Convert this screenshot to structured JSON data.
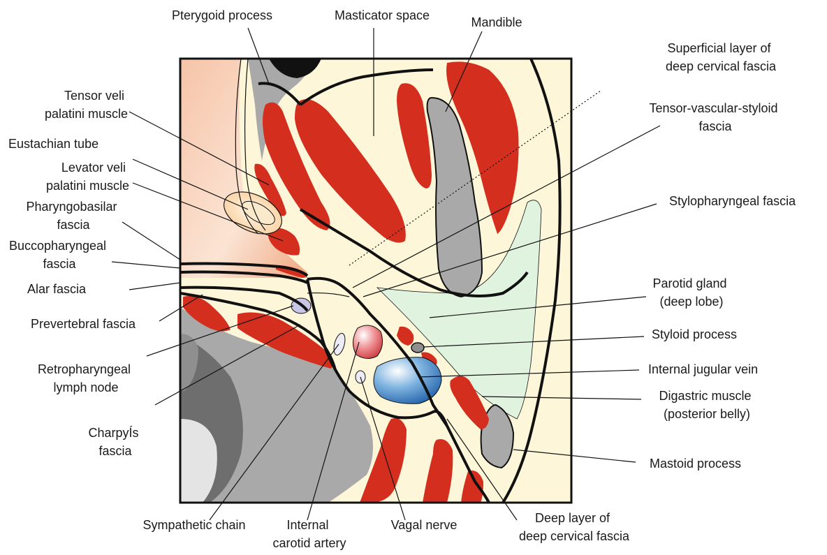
{
  "labels": {
    "pterygoid_process": "Pterygoid process",
    "masticator_space": "Masticator space",
    "mandible": "Mandible",
    "superficial_layer": [
      "Superficial layer of",
      "deep cervical fascia"
    ],
    "tensor_veli": [
      "Tensor veli",
      "palatini muscle"
    ],
    "tensor_vascular_styloid": [
      "Tensor-vascular-styloid",
      "fascia"
    ],
    "eustachian_tube": "Eustachian tube",
    "levator_veli": [
      "Levator veli",
      "palatini muscle"
    ],
    "stylopharyngeal_fascia": "Stylopharyngeal fascia",
    "pharyngobasilar": [
      "Pharyngobasilar",
      "fascia"
    ],
    "buccopharyngeal": [
      "Buccopharyngeal",
      "fascia"
    ],
    "alar_fascia": "Alar fascia",
    "parotid_gland": [
      "Parotid gland",
      "(deep lobe)"
    ],
    "prevertebral_fascia": "Prevertebral fascia",
    "styloid_process": "Styloid process",
    "retropharyngeal_node": [
      "Retropharyngeal",
      "lymph node"
    ],
    "internal_jugular_vein": "Internal jugular vein",
    "digastric_muscle": [
      "Digastric muscle",
      "(posterior belly)"
    ],
    "charpys_fascia": [
      "CharpyÍs",
      "fascia"
    ],
    "mastoid_process": "Mastoid process",
    "sympathetic_chain": "Sympathetic chain",
    "internal_carotid": [
      "Internal",
      "carotid artery"
    ],
    "vagal_nerve": "Vagal nerve",
    "deep_layer": [
      "Deep layer of",
      "deep cervical fascia"
    ]
  },
  "colors": {
    "muscle": "#d42e1f",
    "bone": "#a9a9a9",
    "dark_bone": "#6e6e6e",
    "fat": "#fdf6d8",
    "parotid": "#dff3df",
    "pharynx": "#f3b896",
    "vein": "#3a7fc1",
    "artery": "#d9545a",
    "node": "#c9c6e6"
  }
}
